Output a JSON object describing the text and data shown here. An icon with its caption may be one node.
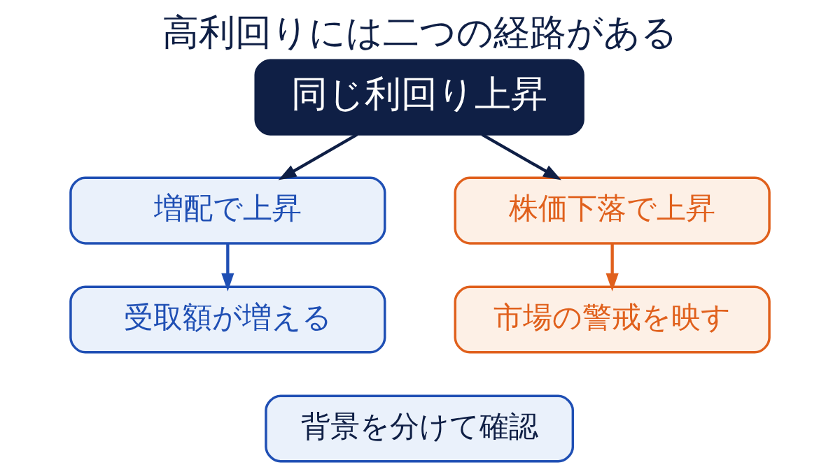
{
  "diagram": {
    "title": "高利回りには二つの経路がある",
    "nodes": [
      {
        "text": [
          "同じ利回り上昇"
        ]
      },
      {
        "text": [
          "増配で上昇"
        ]
      },
      {
        "text": [
          "株価下落で上昇"
        ]
      },
      {
        "text": [
          "受取額が増える"
        ]
      },
      {
        "text": [
          "市場の警戒を映す"
        ]
      },
      {
        "text": [
          "背景を分けて確認"
        ]
      }
    ],
    "edges": [
      {
        "from": 0,
        "to": 1,
        "arrow": "to"
      },
      {
        "from": 0,
        "to": 2,
        "arrow": "to"
      },
      {
        "from": 1,
        "to": 3,
        "arrow": "to",
        "color": "#1f4fb4"
      },
      {
        "from": 2,
        "to": 4,
        "arrow": "to",
        "color": "#e0601c"
      }
    ]
  }
}
